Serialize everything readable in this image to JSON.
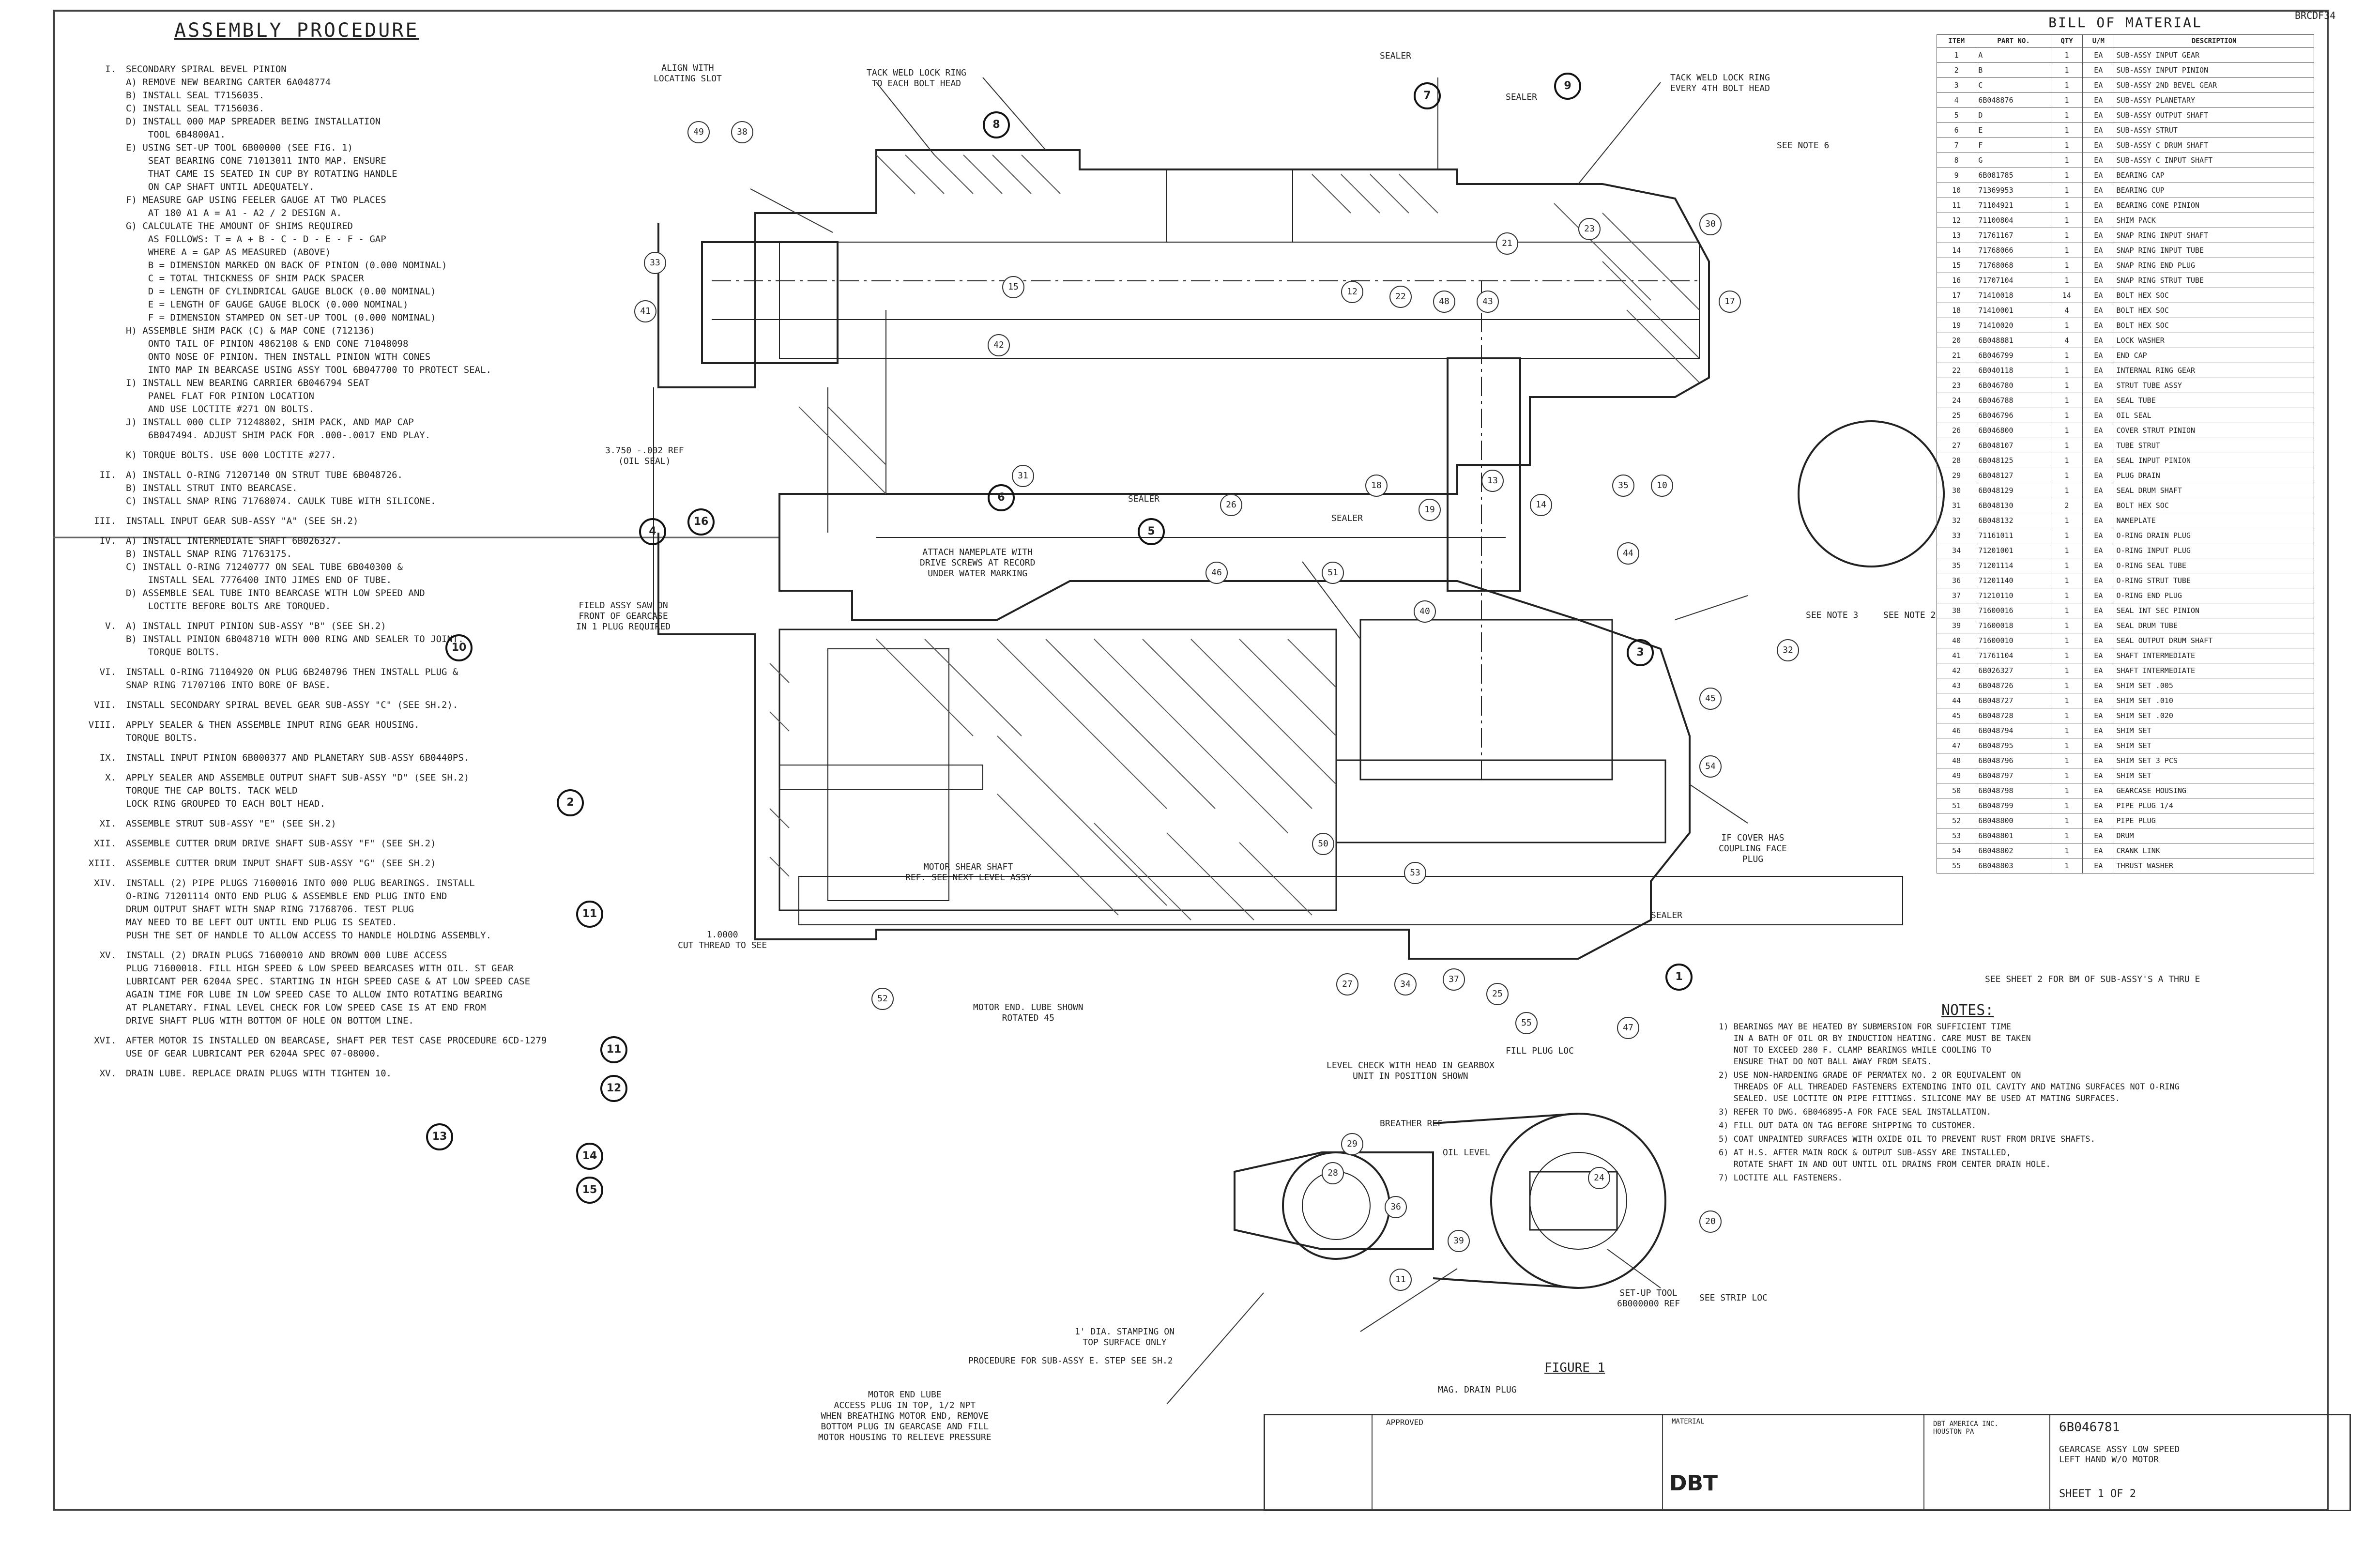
{
  "drawing": {
    "title": "ASSEMBLY PROCEDURE",
    "revision_corner": "BRCDF34",
    "figure_label": "FIGURE 1",
    "bom_note": "SEE SHEET 2 FOR BM OF SUB-ASSY'S A THRU E"
  },
  "procedure": [
    {
      "num": "I.",
      "text": "SECONDARY SPIRAL BEVEL PINION\nA) REMOVE NEW BEARING CARTER 6A048774\nB) INSTALL SEAL T7156035.\nC) INSTALL SEAL T7156036.\nD) INSTALL 000 MAP SPREADER BEING INSTALLATION\n    TOOL 6B4800A1.\nE) USING SET-UP TOOL 6B00000 (SEE FIG. 1)\n    SEAT BEARING CONE 71013011 INTO MAP. ENSURE\n    THAT CAME IS SEATED IN CUP BY ROTATING HANDLE\n    ON CAP SHAFT UNTIL ADEQUATELY.\nF) MEASURE GAP USING FEELER GAUGE AT TWO PLACES\n    AT 180 A1 A = A1 - A2 / 2 DESIGN A.\nG) CALCULATE THE AMOUNT OF SHIMS REQUIRED\n    AS FOLLOWS: T = A + B - C - D - E - F - GAP\n    WHERE A = GAP AS MEASURED (ABOVE)\n    B = DIMENSION MARKED ON BACK OF PINION (0.000 NOMINAL)\n    C = TOTAL THICKNESS OF SHIM PACK SPACER\n    D = LENGTH OF CYLINDRICAL GAUGE BLOCK (0.00 NOMINAL)\n    E = LENGTH OF GAUGE GAUGE BLOCK (0.000 NOMINAL)\n    F = DIMENSION STAMPED ON SET-UP TOOL (0.000 NOMINAL)\nH) ASSEMBLE SHIM PACK (C) & MAP CONE (712136)\n    ONTO TAIL OF PINION 4862108 & END CONE 71048098\n    ONTO NOSE OF PINION. THEN INSTALL PINION WITH CONES\n    INTO MAP IN BEARCASE USING ASSY TOOL 6B047700 TO PROTECT SEAL.\nI) INSTALL NEW BEARING CARRIER 6B046794 SEAT\n    PANEL FLAT FOR PINION LOCATION\n    AND USE LOCTITE #271 ON BOLTS.\nJ) INSTALL 000 CLIP 71248802, SHIM PACK, AND MAP CAP\n    6B047494. ADJUST SHIM PACK FOR .000-.0017 END PLAY."
    },
    {
      "num": "",
      "text": "K) TORQUE BOLTS. USE 000 LOCTITE #277."
    },
    {
      "num": "II.",
      "text": "A) INSTALL O-RING 71207140 ON STRUT TUBE 6B048726.\nB) INSTALL STRUT INTO BEARCASE.\nC) INSTALL SNAP RING 71768074. CAULK TUBE WITH SILICONE."
    },
    {
      "num": "III.",
      "text": "INSTALL INPUT GEAR SUB-ASSY \"A\" (SEE SH.2)"
    },
    {
      "num": "IV.",
      "text": "A) INSTALL INTERMEDIATE SHAFT 6B026327.\nB) INSTALL SNAP RING 71763175.\nC) INSTALL O-RING 71240777 ON SEAL TUBE 6B040300 &\n    INSTALL SEAL 7776400 INTO JIMES END OF TUBE.\nD) ASSEMBLE SEAL TUBE INTO BEARCASE WITH LOW SPEED AND\n    LOCTITE BEFORE BOLTS ARE TORQUED."
    },
    {
      "num": "V.",
      "text": "A) INSTALL INPUT PINION SUB-ASSY \"B\" (SEE SH.2)\nB) INSTALL PINION 6B048710 WITH 000 RING AND SEALER TO JOINT.\n    TORQUE BOLTS."
    },
    {
      "num": "VI.",
      "text": "INSTALL O-RING 71104920 ON PLUG 6B240796 THEN INSTALL PLUG &\nSNAP RING 71707106 INTO BORE OF BASE."
    },
    {
      "num": "VII.",
      "text": "INSTALL SECONDARY SPIRAL BEVEL GEAR SUB-ASSY \"C\" (SEE SH.2)."
    },
    {
      "num": "VIII.",
      "text": "APPLY SEALER & THEN ASSEMBLE INPUT RING GEAR HOUSING.\nTORQUE BOLTS."
    },
    {
      "num": "IX.",
      "text": "INSTALL INPUT PINION 6B000377 AND PLANETARY SUB-ASSY 6B0440PS."
    },
    {
      "num": "X.",
      "text": "APPLY SEALER AND ASSEMBLE OUTPUT SHAFT SUB-ASSY \"D\" (SEE SH.2)\nTORQUE THE CAP BOLTS. TACK WELD\nLOCK RING GROUPED TO EACH BOLT HEAD."
    },
    {
      "num": "XI.",
      "text": "ASSEMBLE STRUT SUB-ASSY \"E\" (SEE SH.2)"
    },
    {
      "num": "XII.",
      "text": "ASSEMBLE CUTTER DRUM DRIVE SHAFT SUB-ASSY \"F\" (SEE SH.2)"
    },
    {
      "num": "XIII.",
      "text": "ASSEMBLE CUTTER DRUM INPUT SHAFT SUB-ASSY \"G\" (SEE SH.2)"
    },
    {
      "num": "XIV.",
      "text": "INSTALL (2) PIPE PLUGS 71600016 INTO 000 PLUG BEARINGS. INSTALL\nO-RING 71201114 ONTO END PLUG & ASSEMBLE END PLUG INTO END\nDRUM OUTPUT SHAFT WITH SNAP RING 71768706. TEST PLUG\nMAY NEED TO BE LEFT OUT UNTIL END PLUG IS SEATED.\nPUSH THE SET OF HANDLE TO ALLOW ACCESS TO HANDLE HOLDING ASSEMBLY."
    },
    {
      "num": "XV.",
      "text": "INSTALL (2) DRAIN PLUGS 71600010 AND BROWN 000 LUBE ACCESS\nPLUG 71600018. FILL HIGH SPEED & LOW SPEED BEARCASES WITH OIL. ST GEAR\nLUBRICANT PER 6204A SPEC. STARTING IN HIGH SPEED CASE & AT LOW SPEED CASE\nAGAIN TIME FOR LUBE IN LOW SPEED CASE TO ALLOW INTO ROTATING BEARING\nAT PLANETARY. FINAL LEVEL CHECK FOR LOW SPEED CASE IS AT END FROM\nDRIVE SHAFT PLUG WITH BOTTOM OF HOLE ON BOTTOM LINE."
    },
    {
      "num": "XVI.",
      "text": "AFTER MOTOR IS INSTALLED ON BEARCASE, SHAFT PER TEST CASE PROCEDURE 6CD-1279\nUSE OF GEAR LUBRICANT PER 6204A SPEC 07-08000."
    },
    {
      "num": "XV.",
      "text": "DRAIN LUBE. REPLACE DRAIN PLUGS WITH TIGHTEN 10."
    }
  ],
  "bom": {
    "title": "BILL OF MATERIAL",
    "headers": [
      "ITEM",
      "PART NO.",
      "QTY",
      "U/M",
      "DESCRIPTION"
    ],
    "rows": [
      [
        "1",
        "A",
        "1",
        "EA",
        "SUB-ASSY INPUT GEAR"
      ],
      [
        "2",
        "B",
        "1",
        "EA",
        "SUB-ASSY INPUT PINION"
      ],
      [
        "3",
        "C",
        "1",
        "EA",
        "SUB-ASSY 2ND BEVEL GEAR"
      ],
      [
        "4",
        "6B048876",
        "1",
        "EA",
        "SUB-ASSY PLANETARY"
      ],
      [
        "5",
        "D",
        "1",
        "EA",
        "SUB-ASSY OUTPUT SHAFT"
      ],
      [
        "6",
        "E",
        "1",
        "EA",
        "SUB-ASSY STRUT"
      ],
      [
        "7",
        "F",
        "1",
        "EA",
        "SUB-ASSY C DRUM SHAFT"
      ],
      [
        "8",
        "G",
        "1",
        "EA",
        "SUB-ASSY C INPUT SHAFT"
      ],
      [
        "9",
        "6B081785",
        "1",
        "EA",
        "BEARING CAP"
      ],
      [
        "10",
        "71369953",
        "1",
        "EA",
        "BEARING CUP"
      ],
      [
        "11",
        "71104921",
        "1",
        "EA",
        "BEARING CONE PINION"
      ],
      [
        "12",
        "71100804",
        "1",
        "EA",
        "SHIM PACK"
      ],
      [
        "13",
        "71761167",
        "1",
        "EA",
        "SNAP RING INPUT SHAFT"
      ],
      [
        "14",
        "71768066",
        "1",
        "EA",
        "SNAP RING INPUT TUBE"
      ],
      [
        "15",
        "71768068",
        "1",
        "EA",
        "SNAP RING END PLUG"
      ],
      [
        "16",
        "71707104",
        "1",
        "EA",
        "SNAP RING STRUT TUBE"
      ],
      [
        "17",
        "71410018",
        "14",
        "EA",
        "BOLT HEX SOC"
      ],
      [
        "18",
        "71410001",
        "4",
        "EA",
        "BOLT HEX SOC"
      ],
      [
        "19",
        "71410020",
        "1",
        "EA",
        "BOLT HEX SOC"
      ],
      [
        "20",
        "6B048881",
        "4",
        "EA",
        "LOCK WASHER"
      ],
      [
        "21",
        "6B046799",
        "1",
        "EA",
        "END CAP"
      ],
      [
        "22",
        "6B040118",
        "1",
        "EA",
        "INTERNAL RING GEAR"
      ],
      [
        "23",
        "6B046780",
        "1",
        "EA",
        "STRUT TUBE ASSY"
      ],
      [
        "24",
        "6B046788",
        "1",
        "EA",
        "SEAL TUBE"
      ],
      [
        "25",
        "6B046796",
        "1",
        "EA",
        "OIL SEAL"
      ],
      [
        "26",
        "6B046800",
        "1",
        "EA",
        "COVER STRUT PINION"
      ],
      [
        "27",
        "6B048107",
        "1",
        "EA",
        "TUBE STRUT"
      ],
      [
        "28",
        "6B048125",
        "1",
        "EA",
        "SEAL INPUT PINION"
      ],
      [
        "29",
        "6B048127",
        "1",
        "EA",
        "PLUG DRAIN"
      ],
      [
        "30",
        "6B048129",
        "1",
        "EA",
        "SEAL DRUM SHAFT"
      ],
      [
        "31",
        "6B048130",
        "2",
        "EA",
        "BOLT HEX SOC"
      ],
      [
        "32",
        "6B048132",
        "1",
        "EA",
        "NAMEPLATE"
      ],
      [
        "33",
        "71161011",
        "1",
        "EA",
        "O-RING DRAIN PLUG"
      ],
      [
        "34",
        "71201001",
        "1",
        "EA",
        "O-RING INPUT PLUG"
      ],
      [
        "35",
        "71201114",
        "1",
        "EA",
        "O-RING SEAL TUBE"
      ],
      [
        "36",
        "71201140",
        "1",
        "EA",
        "O-RING STRUT TUBE"
      ],
      [
        "37",
        "71210110",
        "1",
        "EA",
        "O-RING END PLUG"
      ],
      [
        "38",
        "71600016",
        "1",
        "EA",
        "SEAL INT SEC PINION"
      ],
      [
        "39",
        "71600018",
        "1",
        "EA",
        "SEAL DRUM TUBE"
      ],
      [
        "40",
        "71600010",
        "1",
        "EA",
        "SEAL OUTPUT DRUM SHAFT"
      ],
      [
        "41",
        "71761104",
        "1",
        "EA",
        "SHAFT INTERMEDIATE"
      ],
      [
        "42",
        "6B026327",
        "1",
        "EA",
        "SHAFT INTERMEDIATE"
      ],
      [
        "43",
        "6B048726",
        "1",
        "EA",
        "SHIM SET .005"
      ],
      [
        "44",
        "6B048727",
        "1",
        "EA",
        "SHIM SET .010"
      ],
      [
        "45",
        "6B048728",
        "1",
        "EA",
        "SHIM SET .020"
      ],
      [
        "46",
        "6B048794",
        "1",
        "EA",
        "SHIM SET"
      ],
      [
        "47",
        "6B048795",
        "1",
        "EA",
        "SHIM SET"
      ],
      [
        "48",
        "6B048796",
        "1",
        "EA",
        "SHIM SET 3 PCS"
      ],
      [
        "49",
        "6B048797",
        "1",
        "EA",
        "SHIM SET"
      ],
      [
        "50",
        "6B048798",
        "1",
        "EA",
        "GEARCASE HOUSING"
      ],
      [
        "51",
        "6B048799",
        "1",
        "EA",
        "PIPE PLUG 1/4"
      ],
      [
        "52",
        "6B048800",
        "1",
        "EA",
        "PIPE PLUG"
      ],
      [
        "53",
        "6B048801",
        "1",
        "EA",
        "DRUM"
      ],
      [
        "54",
        "6B048802",
        "1",
        "EA",
        "CRANK LINK"
      ],
      [
        "55",
        "6B048803",
        "1",
        "EA",
        "THRUST WASHER"
      ]
    ]
  },
  "notes": {
    "heading": "NOTES:",
    "items": [
      "1) BEARINGS MAY BE HEATED BY SUBMERSION FOR SUFFICIENT TIME\n   IN A BATH OF OIL OR BY INDUCTION HEATING. CARE MUST BE TAKEN\n   NOT TO EXCEED 280 F. CLAMP BEARINGS WHILE COOLING TO\n   ENSURE THAT DO NOT BALL AWAY FROM SEATS.",
      "2) USE NON-HARDENING GRADE OF PERMATEX NO. 2 OR EQUIVALENT ON\n   THREADS OF ALL THREADED FASTENERS EXTENDING INTO OIL CAVITY AND MATING SURFACES NOT O-RING\n   SEALED. USE LOCTITE ON PIPE FITTINGS. SILICONE MAY BE USED AT MATING SURFACES.",
      "3) REFER TO DWG. 6B046895-A FOR FACE SEAL INSTALLATION.",
      "4) FILL OUT DATA ON TAG BEFORE SHIPPING TO CUSTOMER.",
      "5) COAT UNPAINTED SURFACES WITH OXIDE OIL TO PREVENT RUST FROM DRIVE SHAFTS.",
      "6) AT H.S. AFTER MAIN ROCK & OUTPUT SUB-ASSY ARE INSTALLED,\n   ROTATE SHAFT IN AND OUT UNTIL OIL DRAINS FROM CENTER DRAIN HOLE.",
      "7) LOCTITE ALL FASTENERS."
    ]
  },
  "labels": [
    {
      "id": "tack-weld-lock-ring",
      "text": "TACK WELD LOCK RING\nTO EACH BOLT HEAD"
    },
    {
      "id": "sealer-1",
      "text": "SEALER"
    },
    {
      "id": "sealer-2",
      "text": "SEALER"
    },
    {
      "id": "tack-weld-2",
      "text": "TACK WELD LOCK RING\nEVERY 4TH BOLT HEAD"
    },
    {
      "id": "see-note-6",
      "text": "SEE NOTE 6"
    },
    {
      "id": "see-note-2",
      "text": "SEE NOTE 2"
    },
    {
      "id": "align-with",
      "text": "ALIGN WITH\nLOCATING SLOT"
    },
    {
      "id": "dim-1",
      "text": "3.750 -.002 REF\n(OIL SEAL)"
    },
    {
      "id": "sealer-3",
      "text": "SEALER"
    },
    {
      "id": "sealer-4",
      "text": "SEALER"
    },
    {
      "id": "nameplate",
      "text": "ATTACH NAMEPLATE WITH\nDRIVE SCREWS AT RECORD\nUNDER WATER MARKING"
    },
    {
      "id": "field-assy",
      "text": "FIELD ASSY SAW ON\nFRONT OF GEARCASE\nIN 1 PLUG REQUIRED"
    },
    {
      "id": "see-note-3",
      "text": "SEE NOTE 3"
    },
    {
      "id": "motor-shaft",
      "text": "MOTOR SHEAR SHAFT\nREF. SEE NEXT LEVEL ASSY"
    },
    {
      "id": "motor-end",
      "text": "MOTOR END. LUBE SHOWN\nROTATED 45"
    },
    {
      "id": "dim-2",
      "text": "1.0000\nCUT THREAD TO SEE"
    },
    {
      "id": "cover-note",
      "text": "IF COVER HAS\nCOUPLING FACE\nPLUG"
    },
    {
      "id": "sealer-5",
      "text": "SEALER"
    },
    {
      "id": "level-check",
      "text": "LEVEL CHECK WITH HEAD IN GEARBOX\nUNIT IN POSITION SHOWN"
    },
    {
      "id": "fill-plug",
      "text": "FILL PLUG LOC"
    },
    {
      "id": "breather",
      "text": "BREATHER REF"
    },
    {
      "id": "oil-level",
      "text": "OIL LEVEL"
    },
    {
      "id": "strip-loc",
      "text": "SEE STRIP LOC"
    },
    {
      "id": "setup-tool",
      "text": "SET-UP TOOL\n6B000000 REF"
    },
    {
      "id": "mag-drain",
      "text": "MAG. DRAIN PLUG"
    },
    {
      "id": "stamping",
      "text": "1' DIA. STAMPING ON\nTOP SURFACE ONLY"
    },
    {
      "id": "proc-sub-e",
      "text": "PROCEDURE FOR SUB-ASSY E. STEP SEE SH.2"
    },
    {
      "id": "motor-end-lube",
      "text": "MOTOR END LUBE\nACCESS PLUG IN TOP, 1/2 NPT\nWHEN BREATHING MOTOR END, REMOVE\nBOTTOM PLUG IN GEARCASE AND FILL\nMOTOR HOUSING TO RELIEVE PRESSURE"
    }
  ],
  "balloons": [
    "8",
    "7",
    "9",
    "6",
    "5",
    "4",
    "3",
    "1",
    "10",
    "2",
    "11",
    "11",
    "12",
    "13",
    "14",
    "15",
    "16"
  ],
  "part_numbers": [
    "49",
    "38",
    "33",
    "41",
    "15",
    "42",
    "12",
    "22",
    "48",
    "43",
    "21",
    "23",
    "30",
    "17",
    "31",
    "26",
    "18",
    "19",
    "13",
    "14",
    "35",
    "10",
    "44",
    "46",
    "51",
    "40",
    "32",
    "45",
    "54",
    "53",
    "50",
    "27",
    "34",
    "37",
    "25",
    "55",
    "47",
    "52",
    "28",
    "29",
    "36",
    "24",
    "39",
    "20",
    "11"
  ],
  "title_block": {
    "approvals": "APPROVED",
    "material": "MATERIAL",
    "company": "DBT",
    "drawing_number": "6B046781",
    "title": "GEARCASE ASSY LOW SPEED\nLEFT HAND W/O MOTOR",
    "sheet": "SHEET 1 OF 2",
    "company_block": "DBT AMERICA INC.\nHOUSTON PA"
  }
}
